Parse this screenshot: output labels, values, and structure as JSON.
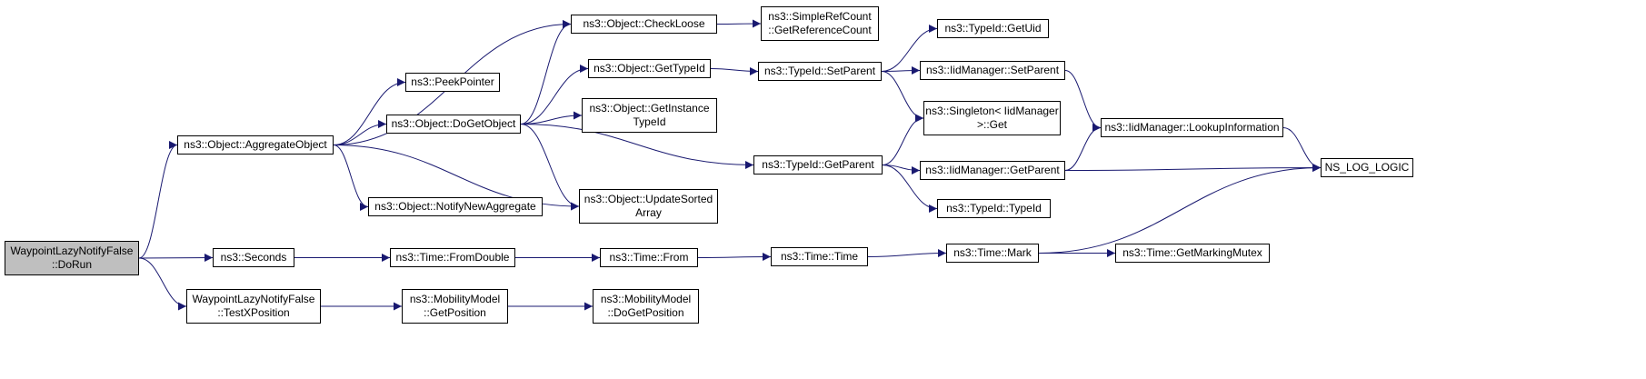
{
  "graph": {
    "edge_color": "#191970",
    "root_fill": "#bfbfbf",
    "nodes": [
      {
        "id": "root",
        "lines": [
          "WaypointLazyNotifyFalse",
          "::DoRun"
        ]
      },
      {
        "id": "aggregate",
        "lines": [
          "ns3::Object::AggregateObject"
        ]
      },
      {
        "id": "seconds",
        "lines": [
          "ns3::Seconds"
        ]
      },
      {
        "id": "testx",
        "lines": [
          "WaypointLazyNotifyFalse",
          "::TestXPosition"
        ]
      },
      {
        "id": "peek",
        "lines": [
          "ns3::PeekPointer"
        ]
      },
      {
        "id": "dogetobject",
        "lines": [
          "ns3::Object::DoGetObject"
        ]
      },
      {
        "id": "notifyagg",
        "lines": [
          "ns3::Object::NotifyNewAggregate"
        ]
      },
      {
        "id": "updatesorted",
        "lines": [
          "ns3::Object::UpdateSorted",
          "Array"
        ]
      },
      {
        "id": "checkloose",
        "lines": [
          "ns3::Object::CheckLoose"
        ]
      },
      {
        "id": "gettypeid",
        "lines": [
          "ns3::Object::GetTypeId"
        ]
      },
      {
        "id": "getinstance",
        "lines": [
          "ns3::Object::GetInstance",
          "TypeId"
        ]
      },
      {
        "id": "simpleref",
        "lines": [
          "ns3::SimpleRefCount",
          "::GetReferenceCount"
        ]
      },
      {
        "id": "setparent",
        "lines": [
          "ns3::TypeId::SetParent"
        ]
      },
      {
        "id": "getparent",
        "lines": [
          "ns3::TypeId::GetParent"
        ]
      },
      {
        "id": "getuid",
        "lines": [
          "ns3::TypeId::GetUid"
        ]
      },
      {
        "id": "iidsetparent",
        "lines": [
          "ns3::IidManager::SetParent"
        ]
      },
      {
        "id": "singleton",
        "lines": [
          "ns3::Singleton< IidManager",
          ">::Get"
        ]
      },
      {
        "id": "iidgetparent",
        "lines": [
          "ns3::IidManager::GetParent"
        ]
      },
      {
        "id": "typeidtypeid",
        "lines": [
          "ns3::TypeId::TypeId"
        ]
      },
      {
        "id": "lookup",
        "lines": [
          "ns3::IidManager::LookupInformation"
        ]
      },
      {
        "id": "nslog",
        "lines": [
          "NS_LOG_LOGIC"
        ]
      },
      {
        "id": "fromdouble",
        "lines": [
          "ns3::Time::FromDouble"
        ]
      },
      {
        "id": "from",
        "lines": [
          "ns3::Time::From"
        ]
      },
      {
        "id": "time",
        "lines": [
          "ns3::Time::Time"
        ]
      },
      {
        "id": "mark",
        "lines": [
          "ns3::Time::Mark"
        ]
      },
      {
        "id": "markingmutex",
        "lines": [
          "ns3::Time::GetMarkingMutex"
        ]
      },
      {
        "id": "mmgetpos",
        "lines": [
          "ns3::MobilityModel",
          "::GetPosition"
        ]
      },
      {
        "id": "mmdogetpos",
        "lines": [
          "ns3::MobilityModel",
          "::DoGetPosition"
        ]
      }
    ],
    "edges": [
      [
        "root",
        "aggregate"
      ],
      [
        "root",
        "seconds"
      ],
      [
        "root",
        "testx"
      ],
      [
        "aggregate",
        "checkloose"
      ],
      [
        "aggregate",
        "peek"
      ],
      [
        "aggregate",
        "dogetobject"
      ],
      [
        "aggregate",
        "notifyagg"
      ],
      [
        "aggregate",
        "updatesorted"
      ],
      [
        "dogetobject",
        "checkloose"
      ],
      [
        "dogetobject",
        "gettypeid"
      ],
      [
        "dogetobject",
        "getinstance"
      ],
      [
        "dogetobject",
        "updatesorted"
      ],
      [
        "dogetobject",
        "getparent"
      ],
      [
        "checkloose",
        "simpleref"
      ],
      [
        "gettypeid",
        "setparent"
      ],
      [
        "setparent",
        "getuid"
      ],
      [
        "setparent",
        "iidsetparent"
      ],
      [
        "setparent",
        "singleton"
      ],
      [
        "getparent",
        "singleton"
      ],
      [
        "getparent",
        "iidgetparent"
      ],
      [
        "getparent",
        "typeidtypeid"
      ],
      [
        "iidsetparent",
        "lookup"
      ],
      [
        "iidgetparent",
        "lookup"
      ],
      [
        "iidgetparent",
        "nslog"
      ],
      [
        "lookup",
        "nslog"
      ],
      [
        "seconds",
        "fromdouble"
      ],
      [
        "fromdouble",
        "from"
      ],
      [
        "from",
        "time"
      ],
      [
        "time",
        "mark"
      ],
      [
        "mark",
        "markingmutex"
      ],
      [
        "mark",
        "nslog"
      ],
      [
        "testx",
        "mmgetpos"
      ],
      [
        "mmgetpos",
        "mmdogetpos"
      ]
    ]
  }
}
